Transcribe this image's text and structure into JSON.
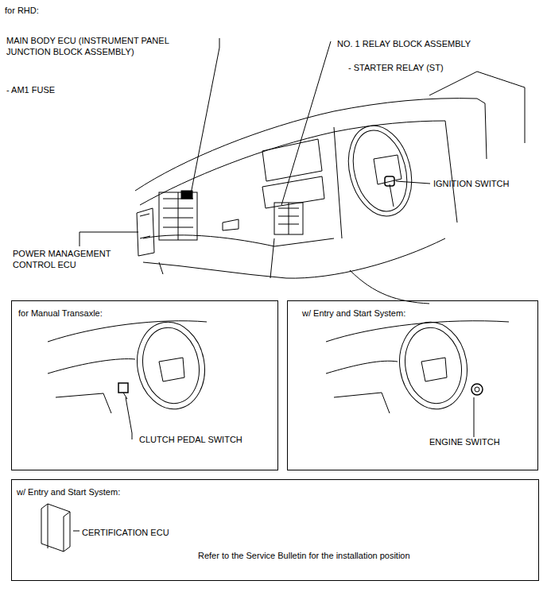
{
  "diagram": {
    "nodes": [
      {
        "text": [
          "for Manual Transaxle:",
          "CLUTCH PEDAL SWITCH"
        ]
      },
      {
        "text": [
          "w/ Entry and Start System:",
          "ENGINE SWITCH"
        ]
      },
      {
        "text": [
          "w/ Entry and Start System:",
          "CERTIFICATION ECU",
          "Refer to the Service Bulletin for the installation position"
        ]
      }
    ],
    "labels": [
      "for RHD:",
      "MAIN BODY ECU (INSTRUMENT PANEL JUNCTION BLOCK ASSEMBLY)",
      "- AM1 FUSE",
      "NO. 1 RELAY BLOCK ASSEMBLY",
      "- STARTER RELAY (ST)",
      "IGNITION SWITCH",
      "POWER MANAGEMENT CONTROL ECU"
    ]
  }
}
